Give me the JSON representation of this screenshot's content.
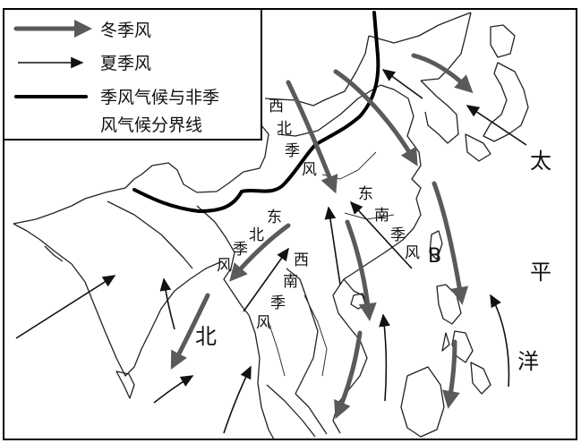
{
  "legend": {
    "winter_monsoon": "冬季风",
    "summer_monsoon": "夏季风",
    "boundary_line1": "季风气候与非季",
    "boundary_line2": "风气候分界线"
  },
  "labels": {
    "nw_1": "西",
    "nw_2": "北",
    "nw_3": "季",
    "nw_4": "风",
    "ne_1": "东",
    "ne_2": "北",
    "ne_3": "季",
    "ne_4": "风",
    "sw_1": "西",
    "sw_2": "南",
    "sw_3": "季",
    "sw_4": "风",
    "se_1": "东",
    "se_2": "南",
    "se_3": "季",
    "se_4": "风",
    "point_b": "B",
    "north": "北",
    "pacific_1": "太",
    "pacific_2": "平",
    "pacific_3": "洋"
  },
  "colors": {
    "winter_arrow": "#5a5a5a",
    "summer_arrow": "#111111",
    "boundary": "#000000"
  }
}
